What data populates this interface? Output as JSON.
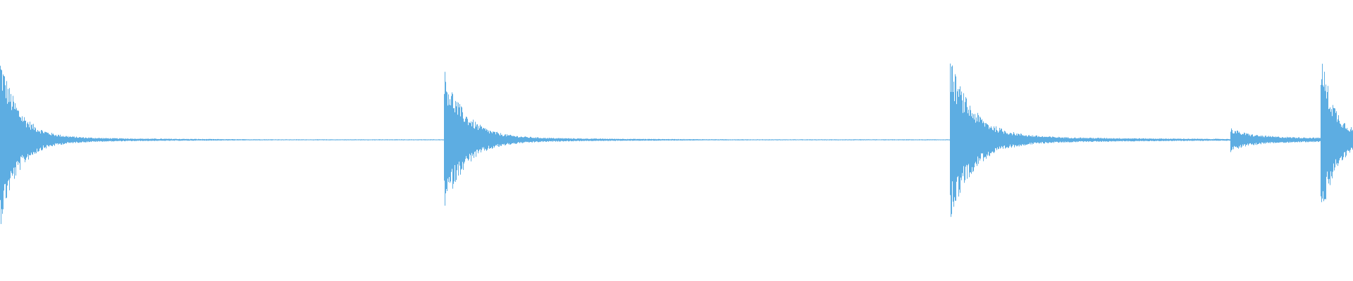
{
  "waveform": {
    "color": "#5dade2",
    "background": "#ffffff",
    "baseline_amplitude": 0.006,
    "transients": [
      {
        "at": 0.0,
        "peak": 1.0,
        "decay": 0.11,
        "floor": 0.04
      },
      {
        "at": 0.328,
        "peak": 0.83,
        "decay": 0.13,
        "floor": 0.035
      },
      {
        "at": 0.702,
        "peak": 0.93,
        "decay": 0.14,
        "floor": 0.05
      },
      {
        "at": 0.909,
        "peak": 0.1,
        "decay": 0.1,
        "floor": 0.05
      },
      {
        "at": 0.976,
        "peak": 1.0,
        "decay": 0.08,
        "floor": 0.08
      }
    ]
  }
}
